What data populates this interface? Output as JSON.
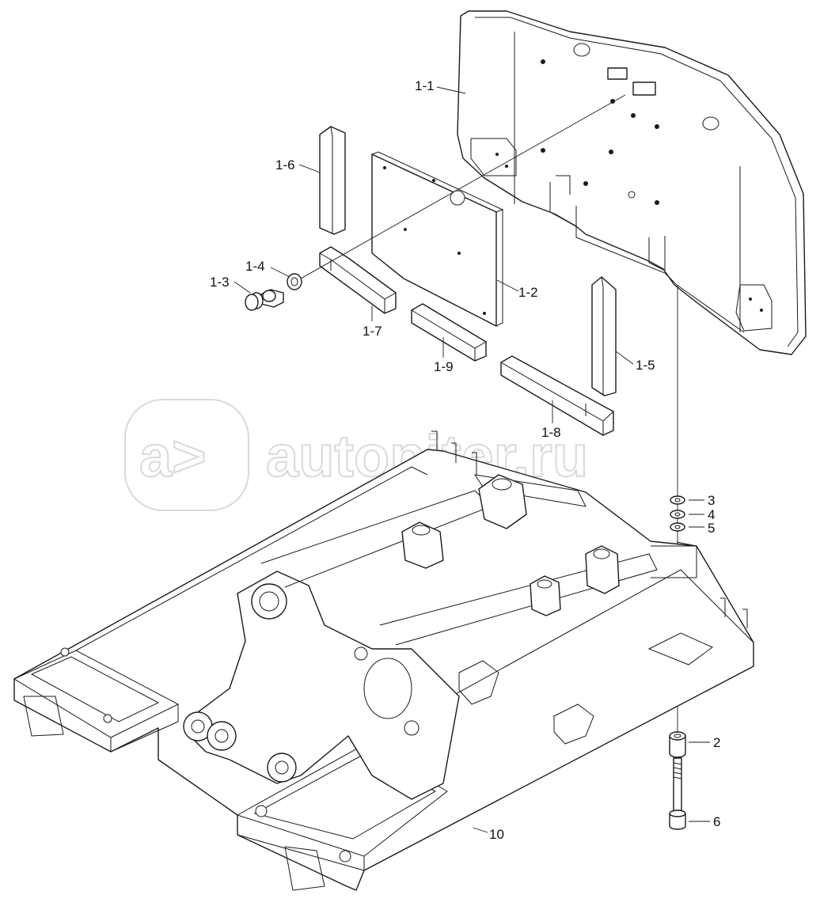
{
  "diagram": {
    "parts": [
      {
        "id": "counterweight",
        "label": "1-1"
      },
      {
        "id": "plate",
        "label": "1-2"
      },
      {
        "id": "bolt",
        "label": "1-3"
      },
      {
        "id": "washer-small",
        "label": "1-4"
      },
      {
        "id": "block-right",
        "label": "1-5"
      },
      {
        "id": "block-left",
        "label": "1-6"
      },
      {
        "id": "bar-upper",
        "label": "1-7"
      },
      {
        "id": "bar-lower-long",
        "label": "1-8"
      },
      {
        "id": "bar-lower-short",
        "label": "1-9"
      },
      {
        "id": "spacer",
        "label": "2"
      },
      {
        "id": "washer-1",
        "label": "3"
      },
      {
        "id": "washer-2",
        "label": "4"
      },
      {
        "id": "washer-3",
        "label": "5"
      },
      {
        "id": "long-bolt",
        "label": "6"
      },
      {
        "id": "frame",
        "label": "10"
      }
    ]
  },
  "watermark": {
    "text": "autopiter.ru",
    "logo_glyph": "a>"
  }
}
